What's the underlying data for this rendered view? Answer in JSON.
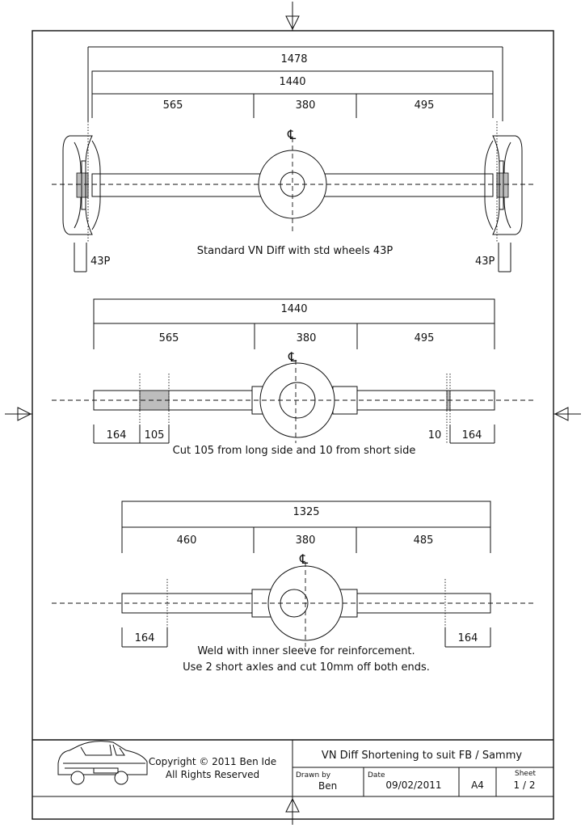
{
  "drawing": {
    "view1": {
      "dims": {
        "overall": "1478",
        "track": "1440",
        "left": "565",
        "center": "380",
        "right": "495"
      },
      "caption": "Standard VN Diff with std wheels 43P",
      "offset_left": "43P",
      "offset_right": "43P"
    },
    "view2": {
      "dims": {
        "track": "1440",
        "left": "565",
        "center": "380",
        "right": "495"
      },
      "cuts": {
        "left_stub": "164",
        "left_cut": "105",
        "right_cut": "10",
        "right_stub": "164"
      },
      "caption": "Cut 105 from long side and 10 from short side"
    },
    "view3": {
      "dims": {
        "track": "1325",
        "left": "460",
        "center": "380",
        "right": "485"
      },
      "stubs": {
        "left": "164",
        "right": "164"
      },
      "caption_line1": "Weld  with inner sleeve for reinforcement.",
      "caption_line2": "Use 2 short axles and cut 10mm off both ends."
    },
    "centerline_symbol": "℄"
  },
  "title_block": {
    "copyright": "Copyright © 2011 Ben Ide",
    "rights": "All Rights Reserved",
    "title": "VN Diff Shortening to suit FB / Sammy",
    "drawn_by_label": "Drawn by",
    "drawn_by": "Ben",
    "date_label": "Date",
    "date": "09/02/2011",
    "size": "A4",
    "sheet_label": "Sheet",
    "sheet": "1   /  2"
  }
}
